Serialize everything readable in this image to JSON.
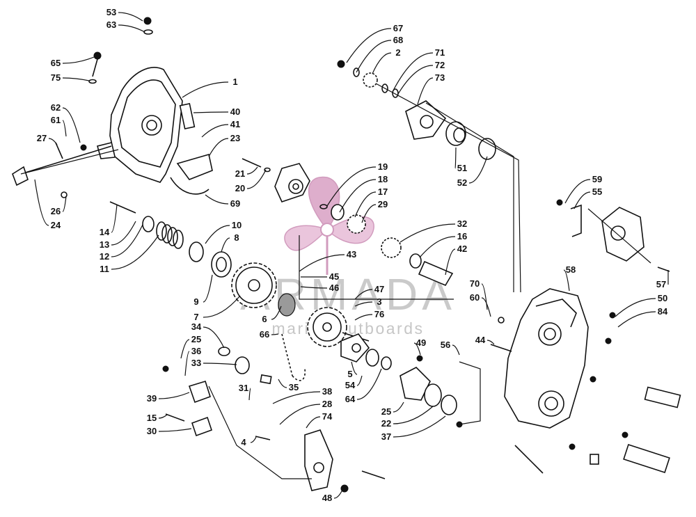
{
  "watermark": {
    "brand": "ARMADA",
    "tagline": "marine outboards",
    "accent_color": "#d9a0c4",
    "text_color": "#b8b8b8"
  },
  "callouts": [
    "53",
    "63",
    "65",
    "75",
    "1",
    "40",
    "41",
    "23",
    "62",
    "61",
    "27",
    "69",
    "26",
    "24",
    "21",
    "20",
    "14",
    "13",
    "12",
    "11",
    "10",
    "8",
    "9",
    "7",
    "34",
    "25",
    "36",
    "39",
    "33",
    "66",
    "6",
    "35",
    "15",
    "30",
    "4",
    "31",
    "38",
    "28",
    "74",
    "48",
    "67",
    "68",
    "2",
    "71",
    "72",
    "73",
    "51",
    "52",
    "19",
    "18",
    "17",
    "29",
    "32",
    "16",
    "42",
    "43",
    "45",
    "46",
    "47",
    "3",
    "76",
    "70",
    "60",
    "56",
    "44",
    "49",
    "5",
    "54",
    "64",
    "25",
    "22",
    "37",
    "58",
    "59",
    "55",
    "57",
    "50",
    "84"
  ]
}
